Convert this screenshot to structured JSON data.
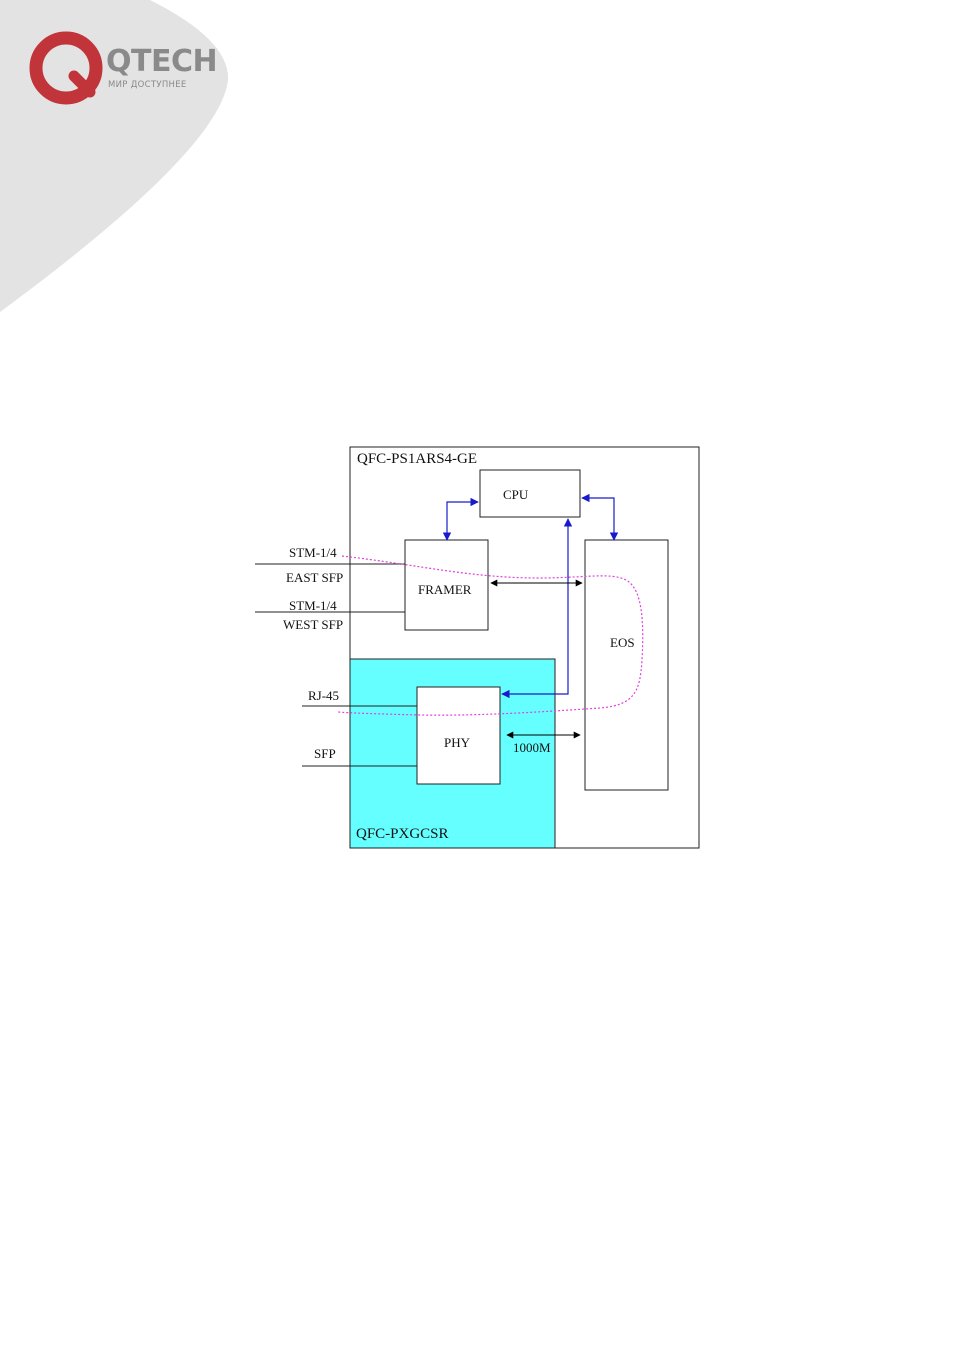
{
  "logo": {
    "brand": "QTECH",
    "tagline": "МИР ДОСТУПНЕЕ",
    "colors": {
      "ring": "#c0343a",
      "text": "#8a8a8a",
      "corner": "#e3e3e3"
    }
  },
  "diagram": {
    "outer_box_label": "QFC-PS1ARS4-GE",
    "sub_box_label": "QFC-PXGCSR",
    "blocks": {
      "cpu": "CPU",
      "framer": "FRAMER",
      "eos": "EOS",
      "phy": "PHY"
    },
    "ports": {
      "stm_east_top": "STM-1/4",
      "stm_east_bottom": "EAST SFP",
      "stm_west_top": "STM-1/4",
      "stm_west_bottom": "WEST SFP",
      "rj45": "RJ-45",
      "sfp": "SFP"
    },
    "link_label": "1000M",
    "colors": {
      "sub_box_fill": "#66ffff",
      "control_arrow": "#1a1acc",
      "data_arrow": "#000000",
      "path": "#e040e0"
    }
  }
}
